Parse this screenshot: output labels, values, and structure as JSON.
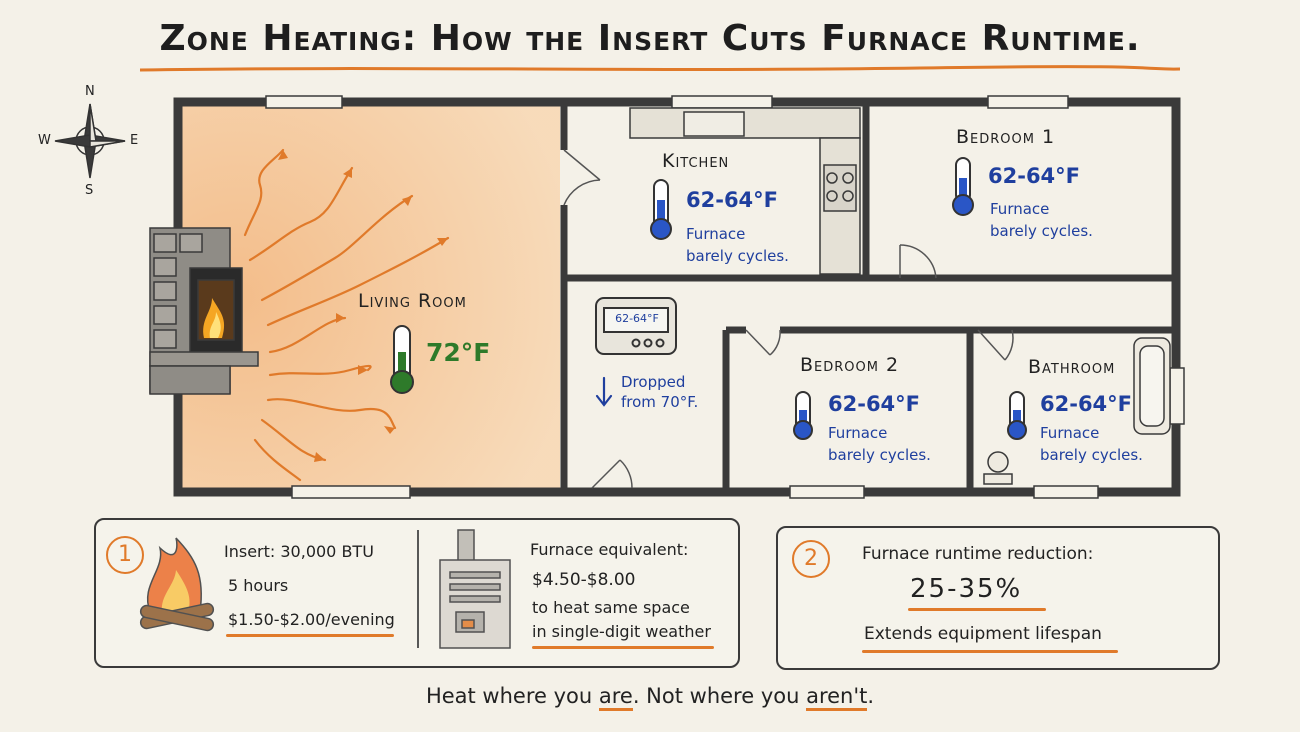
{
  "title": "Zone Heating: How the Insert Cuts Furnace Runtime.",
  "compass": {
    "n": "N",
    "s": "S",
    "e": "E",
    "w": "W"
  },
  "rooms": {
    "living": {
      "label": "Living Room",
      "temp": "72°F"
    },
    "kitchen": {
      "label": "Kitchen",
      "temp": "62-64°F",
      "note_line1": "Furnace",
      "note_line2": "barely cycles."
    },
    "bedroom1": {
      "label": "Bedroom 1",
      "temp": "62-64°F",
      "note_line1": "Furnace",
      "note_line2": "barely cycles."
    },
    "bedroom2": {
      "label": "Bedroom 2",
      "temp": "62-64°F",
      "note_line1": "Furnace",
      "note_line2": "barely cycles."
    },
    "bathroom": {
      "label": "Bathroom",
      "temp": "62-64°F",
      "note_line1": "Furnace",
      "note_line2": "barely cycles."
    }
  },
  "thermostat": {
    "display": "62-64°F",
    "note_line1": "Dropped",
    "note_line2": "from 70°F."
  },
  "panel1": {
    "number": "1",
    "insert_line1": "Insert: 30,000 BTU",
    "insert_line2": "5 hours",
    "insert_line3": "$1.50-$2.00/evening",
    "furnace_line1": "Furnace equivalent:",
    "furnace_line2": "$4.50-$8.00",
    "furnace_line3": "to heat same space",
    "furnace_line4": "in single-digit weather"
  },
  "panel2": {
    "number": "2",
    "line1": "Furnace runtime reduction:",
    "value": "25-35%",
    "line3": "Extends equipment lifespan"
  },
  "tagline": {
    "part1": "Heat where you ",
    "em1": "are",
    "part2": ". Not where you ",
    "em2": "aren't",
    "part3": "."
  },
  "colors": {
    "accent": "#e07a2a",
    "cool_text": "#1f3f9e",
    "warm_text": "#2e7a2a",
    "warm_fill": "#f6c79a"
  }
}
